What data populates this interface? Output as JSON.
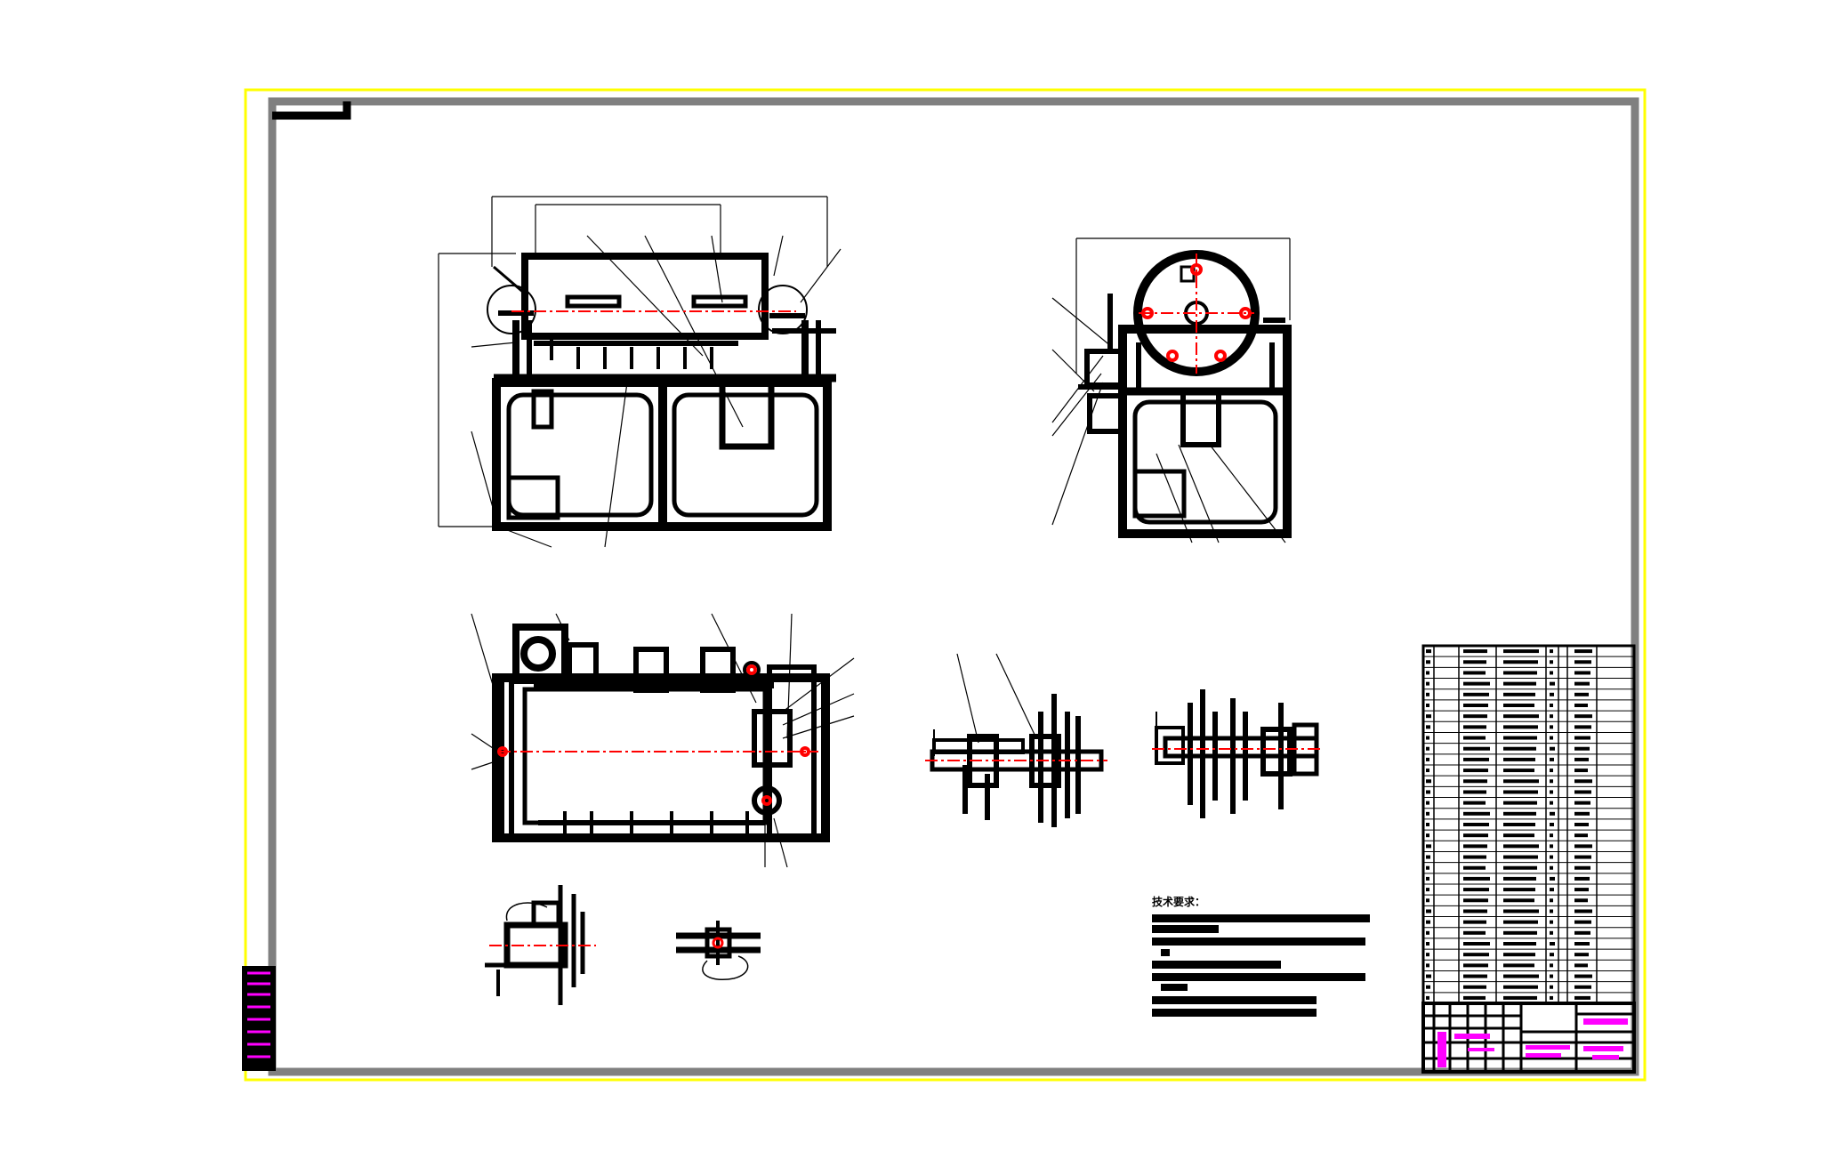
{
  "drawing": {
    "colors": {
      "background": "#ffffff",
      "sheet_outline": "#ffff00",
      "frame": "#808080",
      "geometry": "#000000",
      "centerline": "#ff0000",
      "highlight": "#ff00ff"
    },
    "technical_requirements_title": "技术要求：",
    "views": [
      "front-view",
      "side-view",
      "top-view",
      "shaft-detail-left",
      "shaft-detail-right",
      "detail-small-left",
      "detail-small-right"
    ]
  }
}
